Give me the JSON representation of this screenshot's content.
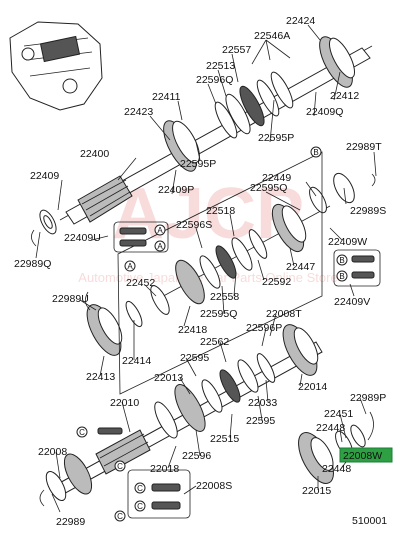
{
  "watermark": {
    "brand": "AJCP",
    "tagline": "Automotive Japanese Car Parts Online Store",
    "color": "#e88080"
  },
  "highlight": {
    "part_number": "22008W",
    "color": "#2ea043"
  },
  "circle_markers": [
    "A",
    "B",
    "C"
  ],
  "diagram_code": "510001",
  "labels": {
    "p22424": "22424",
    "p22546a": "22546A",
    "p22557": "22557",
    "p22513": "22513",
    "p22596q": "22596Q",
    "p22411": "22411",
    "p22412": "22412",
    "p22409q": "22409Q",
    "p22423": "22423",
    "p22595p": "22595P",
    "p22400": "22400",
    "p22595p_b": "22595P",
    "p22989t": "22989T",
    "p22409": "22409",
    "p22409p": "22409P",
    "p22449": "22449",
    "p22595q": "22595Q",
    "p22518": "22518",
    "p22989s": "22989S",
    "p22409u": "22409U",
    "p22596s": "22596S",
    "p22409w": "22409W",
    "p22989q": "22989Q",
    "p22447": "22447",
    "p22592": "22592",
    "p22452": "22452",
    "p22558": "22558",
    "p22409v": "22409V",
    "p22989u": "22989U",
    "p22595q_b": "22595Q",
    "p22008t": "22008T",
    "p22596p": "22596P",
    "p22418": "22418",
    "p22562": "22562",
    "p22595": "22595",
    "p22414": "22414",
    "p22413": "22413",
    "p22013": "22013",
    "p22014": "22014",
    "p22033": "22033",
    "p22010": "22010",
    "p22989p": "22989P",
    "p22451": "22451",
    "p22595_b": "22595",
    "p22515": "22515",
    "p22448": "22448",
    "p22596": "22596",
    "p22008": "22008",
    "p22018": "22018",
    "p22448_b": "22448",
    "p22008s": "22008S",
    "p22015": "22015",
    "p22989": "22989"
  }
}
